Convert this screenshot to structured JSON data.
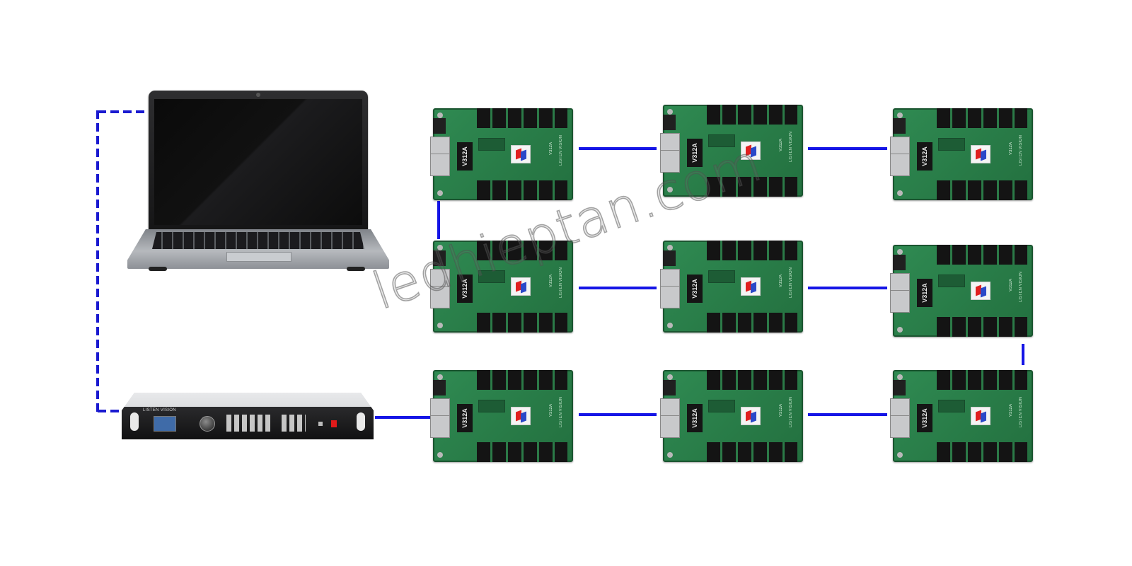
{
  "diagram": {
    "watermark": "ledhieptan.com",
    "link_color": "#1515e6",
    "board_color": "#2f8a52",
    "laptop": {
      "icon": "laptop-icon"
    },
    "processor": {
      "icon": "video-processor-icon",
      "front_label": "LISTEN VISION"
    },
    "cards": [
      {
        "model": "V312A",
        "brand": "LISTEN VISION"
      },
      {
        "model": "V312A",
        "brand": "LISTEN VISION"
      },
      {
        "model": "V312A",
        "brand": "LISTEN VISION"
      },
      {
        "model": "V312A",
        "brand": "LISTEN VISION"
      },
      {
        "model": "V312A",
        "brand": "LISTEN VISION"
      },
      {
        "model": "V312A",
        "brand": "LISTEN VISION"
      },
      {
        "model": "V312A",
        "brand": "LISTEN VISION"
      },
      {
        "model": "V312A",
        "brand": "LISTEN VISION"
      },
      {
        "model": "V312A",
        "brand": "LISTEN VISION"
      }
    ]
  }
}
